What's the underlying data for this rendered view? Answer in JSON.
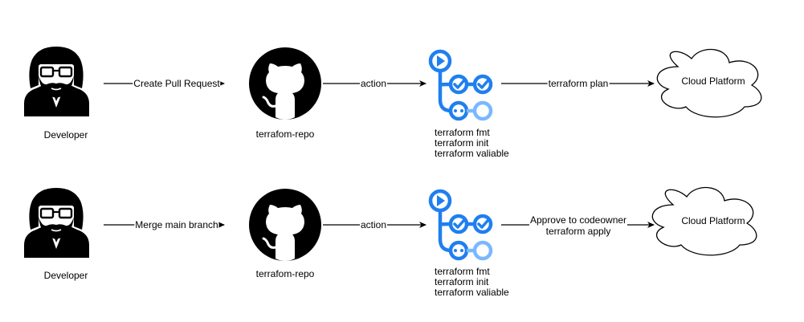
{
  "rows": [
    {
      "actor_label": "Developer",
      "edge1_label": "Create Pull Request",
      "repo_label": "terrafom-repo",
      "edge2_label": "action",
      "steps": [
        "terraform fmt",
        "terraform init",
        "terraform valiable"
      ],
      "edge3_label": [
        "terraform plan"
      ],
      "cloud_label": "Cloud Platform"
    },
    {
      "actor_label": "Developer",
      "edge1_label": "Merge main branch",
      "repo_label": "terrafom-repo",
      "edge2_label": "action",
      "steps": [
        "terraform fmt",
        "terraform init",
        "terraform valiable"
      ],
      "edge3_label": [
        "Approve to codeowner",
        "terraform apply"
      ],
      "cloud_label": "Cloud Platform"
    }
  ],
  "colors": {
    "line": "#000000",
    "actions_blue": "#1f7fef",
    "actions_light_blue": "#79b8ff",
    "github_circle": "#000000"
  },
  "icons": [
    "developer-icon",
    "github-icon",
    "github-actions-icon",
    "cloud-icon"
  ]
}
